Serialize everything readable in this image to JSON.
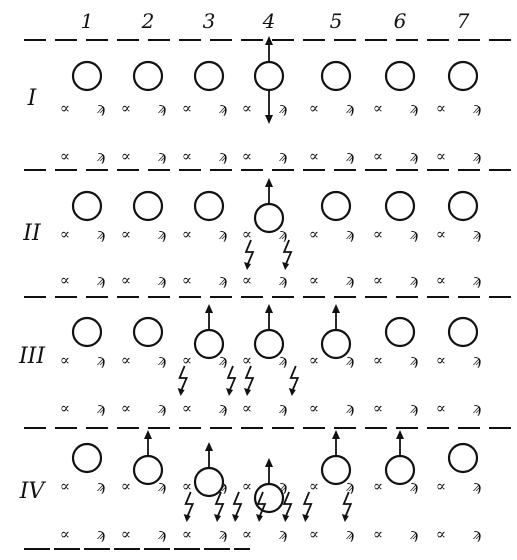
{
  "columns": [
    "1",
    "2",
    "3",
    "4",
    "5",
    "6",
    "7"
  ],
  "rows": [
    {
      "label": "I",
      "particles": [
        {
          "col": 1,
          "state": "rest"
        },
        {
          "col": 2,
          "state": "rest"
        },
        {
          "col": 3,
          "state": "rest"
        },
        {
          "col": 4,
          "state": "split",
          "arrows": [
            "up",
            "down"
          ]
        },
        {
          "col": 5,
          "state": "rest"
        },
        {
          "col": 6,
          "state": "rest"
        },
        {
          "col": 7,
          "state": "rest"
        }
      ],
      "sparks": []
    },
    {
      "label": "II",
      "particles": [
        {
          "col": 1,
          "state": "rest"
        },
        {
          "col": 2,
          "state": "rest"
        },
        {
          "col": 3,
          "state": "rest"
        },
        {
          "col": 4,
          "state": "lowered",
          "arrows": [
            "up"
          ]
        },
        {
          "col": 5,
          "state": "rest"
        },
        {
          "col": 6,
          "state": "rest"
        },
        {
          "col": 7,
          "state": "rest"
        }
      ],
      "sparks": [
        3.7,
        4.3
      ]
    },
    {
      "label": "III",
      "particles": [
        {
          "col": 1,
          "state": "rest"
        },
        {
          "col": 2,
          "state": "rest"
        },
        {
          "col": 3,
          "state": "lowered",
          "arrows": [
            "up"
          ]
        },
        {
          "col": 4,
          "state": "lowered",
          "arrows": [
            "up"
          ]
        },
        {
          "col": 5,
          "state": "lowered",
          "arrows": [
            "up"
          ]
        },
        {
          "col": 6,
          "state": "rest"
        },
        {
          "col": 7,
          "state": "rest"
        }
      ],
      "sparks": [
        2.6,
        3.4,
        3.7,
        4.4
      ]
    },
    {
      "label": "IV",
      "particles": [
        {
          "col": 1,
          "state": "rest"
        },
        {
          "col": 2,
          "state": "lowered",
          "arrows": [
            "up"
          ]
        },
        {
          "col": 3,
          "state": "deep",
          "arrows": [
            "up"
          ]
        },
        {
          "col": 4,
          "state": "deeper",
          "arrows": [
            "up"
          ]
        },
        {
          "col": 5,
          "state": "lowered",
          "arrows": [
            "up"
          ]
        },
        {
          "col": 6,
          "state": "lowered",
          "arrows": [
            "up"
          ]
        },
        {
          "col": 7,
          "state": "rest"
        }
      ],
      "sparks": [
        2.7,
        3.2,
        3.5,
        3.9,
        4.3,
        4.6,
        5.2
      ]
    }
  ],
  "pair_glyphs": [
    "∝",
    "ϡ"
  ],
  "colors": {
    "ink": "#111111",
    "background": "#ffffff"
  }
}
